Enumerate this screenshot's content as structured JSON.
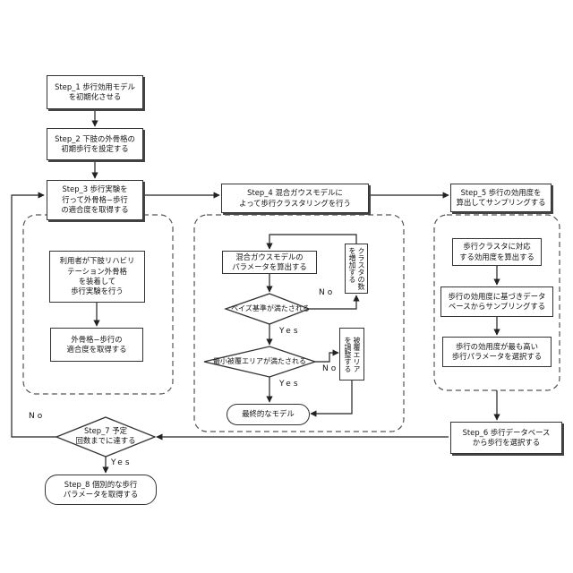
{
  "steps": {
    "s1": "Step_1 歩行効用モデル\nを初期化させる",
    "s2": "Step_2 下肢の外骨格の\n初期歩行を設定する",
    "s3": "Step_3  歩行実験を\n行って外骨格−歩行\nの適合度を取得する",
    "s4": "Step_4   混合ガウスモデルに\nよって歩行クラスタリングを行う",
    "s5": "Step_5   歩行の効用度を\n算出してサンプリングする",
    "s6": "Step_6    歩行データベース\nから歩行を選択する",
    "s7": "Step_7   予定\n回数までに達する",
    "s8": "Step_8   個別的な歩行\nパラメータを取得する"
  },
  "group3": {
    "a": "利用者が下肢リハビリ\nテーション外骨格\nを装着して\n歩行実験を行う",
    "b": "外骨格−歩行の\n適合度を取得する"
  },
  "group4": {
    "params": "混合ガウスモデルの\nパラメータを算出する",
    "bic": "ベイズ基準が満たされる",
    "min_area": "最小被覆エリアが満たされる",
    "final": "最終的なモデル",
    "increase_clusters": "クラスタの数\nを増加する",
    "adjust_area": "被覆エリア\nを調整する"
  },
  "group5": {
    "a": "歩行クラスタに対応\nする効用度を算出する",
    "b": "歩行の効用度に基づきデータ\nベースからサンプリングする",
    "c": "歩行の効用度が最も高い\n歩行パラメータを選択する"
  },
  "labels": {
    "yes": "Yes",
    "no": "No",
    "no_left": "No"
  }
}
